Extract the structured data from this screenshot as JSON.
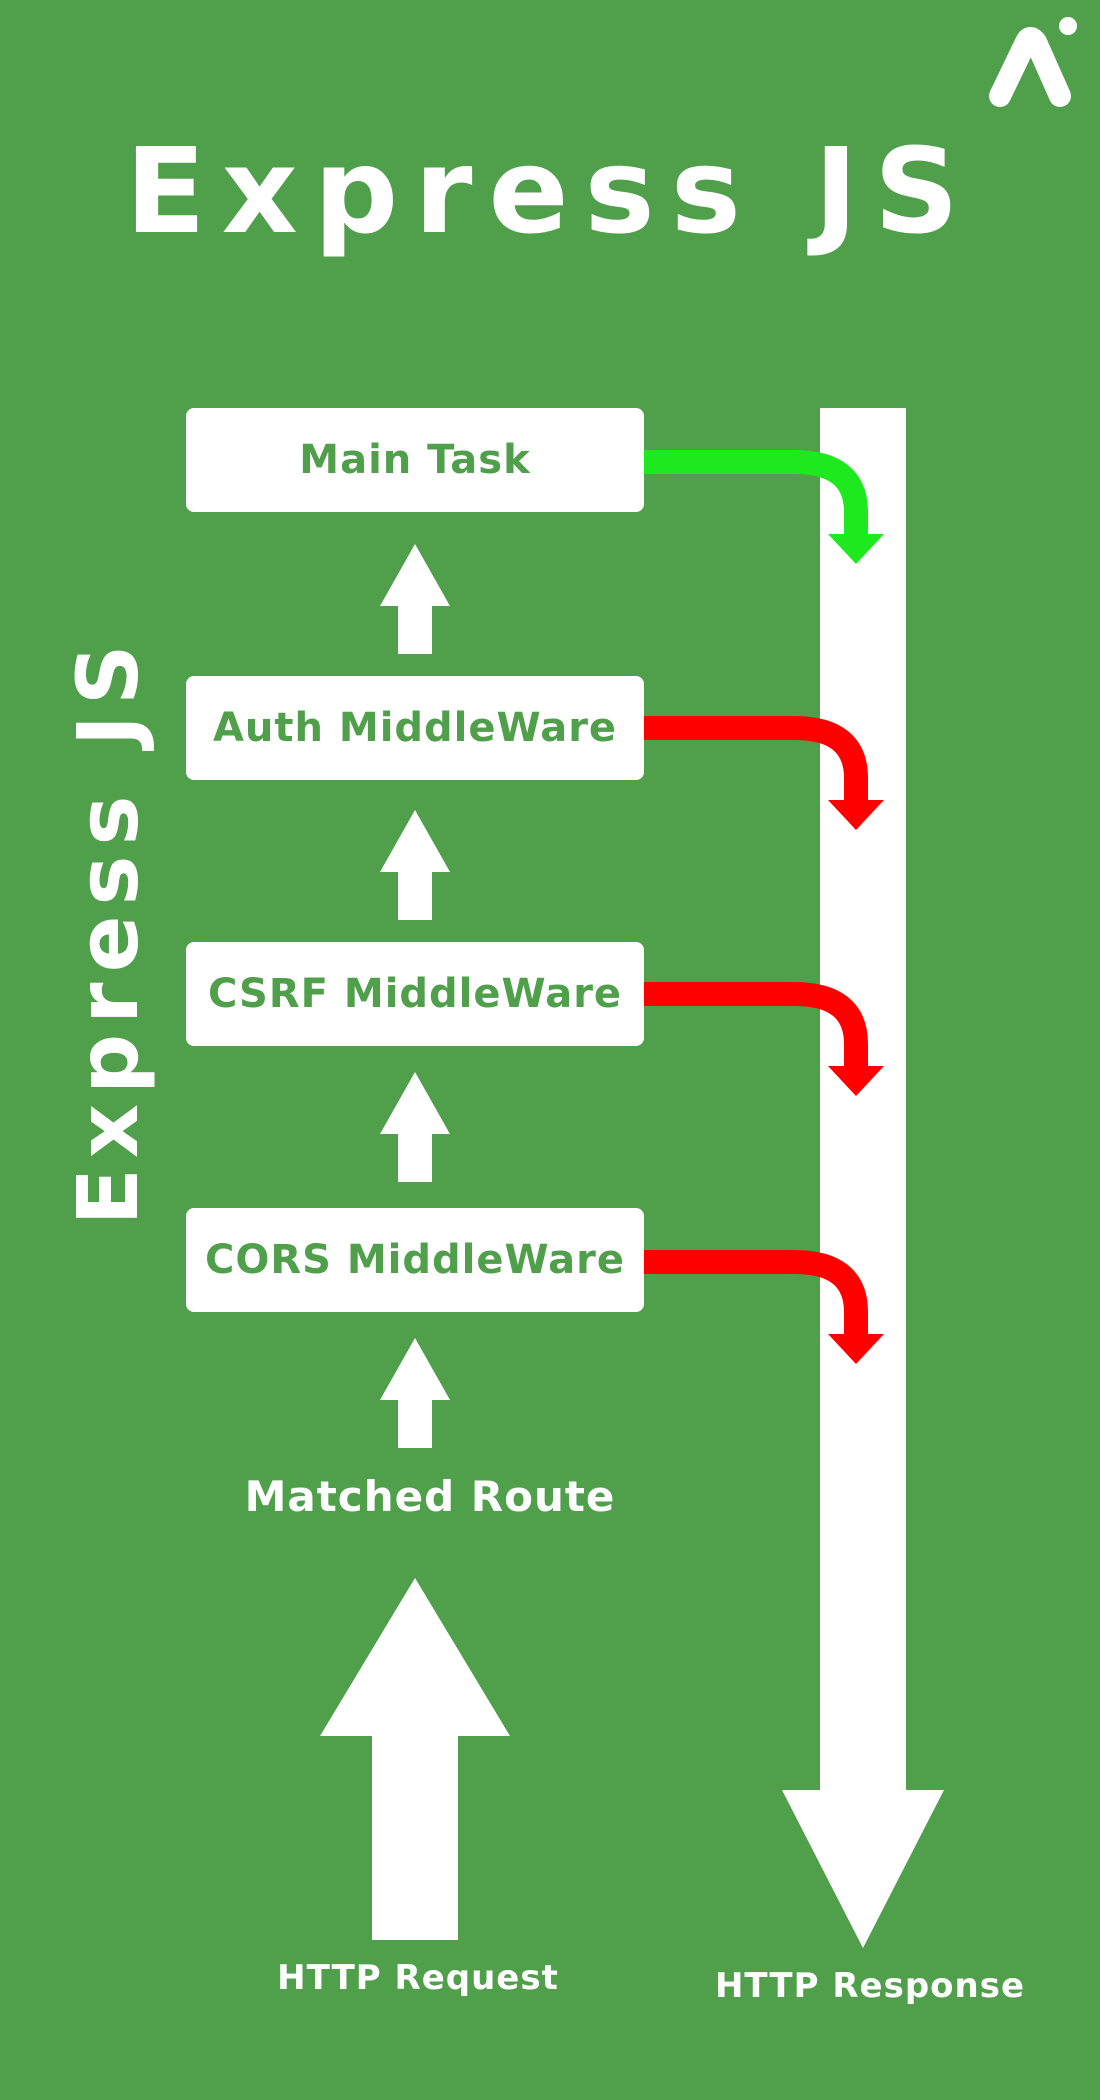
{
  "title": "Express JS",
  "side_title": "Express JS",
  "stages": [
    {
      "label": "Main Task",
      "exit": "success"
    },
    {
      "label": "Auth MiddleWare",
      "exit": "reject"
    },
    {
      "label": "CSRF MiddleWare",
      "exit": "reject"
    },
    {
      "label": "CORS MiddleWare",
      "exit": "reject"
    }
  ],
  "route_label": "Matched Route",
  "request_label": "HTTP Request",
  "response_label": "HTTP Response",
  "colors": {
    "background": "#4f9f4b",
    "box": "#ffffff",
    "box_text": "#4f9f4b",
    "success_arrow": "#1ee81e",
    "reject_arrow": "#ff0000"
  },
  "icons": {
    "logo": "brand-logo-icon",
    "flow": "up-arrow-icon",
    "response": "down-arrow-icon"
  }
}
